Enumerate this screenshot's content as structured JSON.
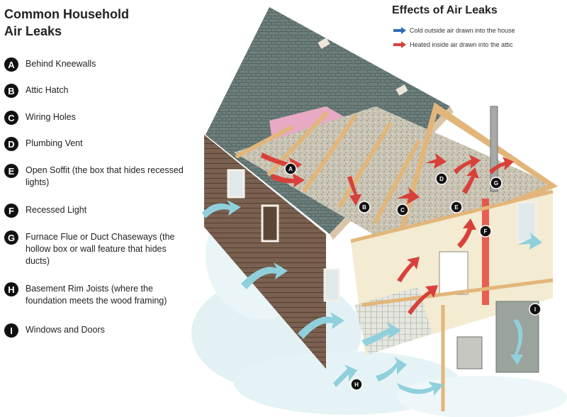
{
  "title": {
    "line1": "Common Household",
    "line2": "Air Leaks"
  },
  "legend_items": [
    {
      "letter": "A",
      "text": "Behind Kneewalls"
    },
    {
      "letter": "B",
      "text": "Attic Hatch"
    },
    {
      "letter": "C",
      "text": "Wiring Holes"
    },
    {
      "letter": "D",
      "text": "Plumbing Vent"
    },
    {
      "letter": "E",
      "text": "Open Soffit (the box that hides recessed lights)"
    },
    {
      "letter": "F",
      "text": "Recessed Light"
    },
    {
      "letter": "G",
      "text": "Furnace Flue or Duct Chaseways (the hollow box or wall feature that hides ducts)"
    },
    {
      "letter": "H",
      "text": "Basement Rim Joists (where the foundation meets the wood framing)"
    },
    {
      "letter": "I",
      "text": "Windows and Doors"
    }
  ],
  "effects": {
    "heading": "Effects of Air Leaks",
    "cold_label": "Cold outside air drawn into the house",
    "hot_label": "Heated inside air drawn into the attic",
    "cold_color": "#2f6eb3",
    "hot_color": "#d8413a"
  },
  "colors": {
    "roof": "#6d7f7c",
    "siding": "#7a6050",
    "timber": "#e2b67a",
    "insulation": "#c9c4b4",
    "pink_insulation": "#e7a9c3",
    "air_cold": "#8fd0dc",
    "badge": "#111111"
  }
}
